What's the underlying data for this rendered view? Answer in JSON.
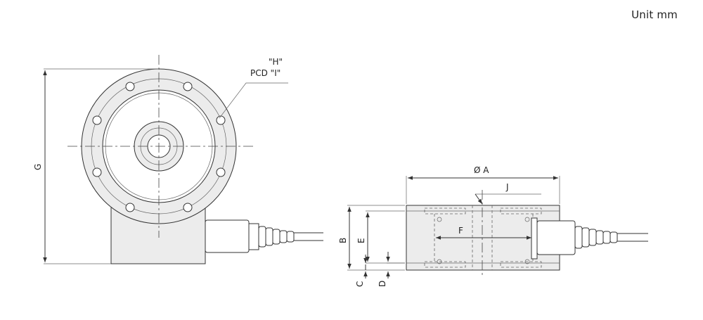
{
  "unit_label": "Unit mm",
  "labels": {
    "H": "\"H\"",
    "PCD": "PCD \"I\"",
    "G": "G",
    "A": "Ø A",
    "J": "J",
    "F": "F",
    "B": "B",
    "E": "E",
    "C": "C",
    "D": "D"
  }
}
